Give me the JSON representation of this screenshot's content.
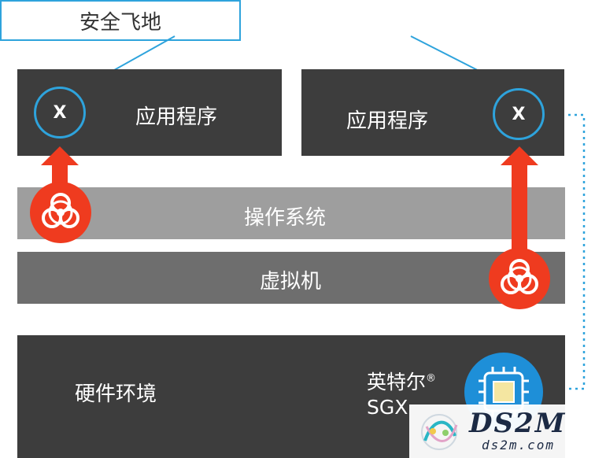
{
  "enclave_label": "安全飞地",
  "left_app": {
    "label": "应用程序",
    "marker": "X"
  },
  "right_app": {
    "label": "应用程序",
    "marker": "X"
  },
  "os_layer": {
    "label": "操作系统"
  },
  "vm_layer": {
    "label": "虚拟机"
  },
  "hardware": {
    "label": "硬件环境",
    "sgx_name": "英特尔",
    "sgx_reg": "®",
    "sgx_tech": "SGX"
  },
  "watermark": {
    "brand": "DS2M",
    "site": "ds2m.com"
  },
  "icons": {
    "threat": "biohazard-icon",
    "chip": "processor-chip-icon"
  },
  "colors": {
    "dark_box": "#3d3d3d",
    "os_bar": "#9e9e9e",
    "vm_bar": "#6e6e6e",
    "accent_blue": "#2ea3dc",
    "threat_red": "#ef3b1f",
    "chip_blue": "#1e8fd8"
  }
}
